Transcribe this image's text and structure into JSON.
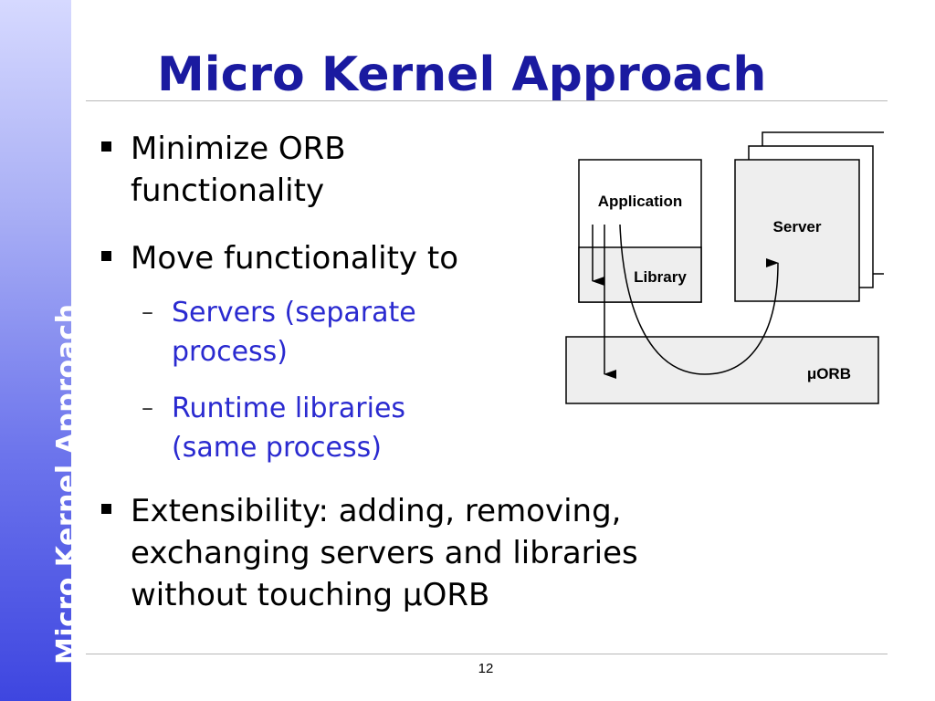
{
  "sidebar": {
    "title": "Micro Kernel Approach"
  },
  "slide": {
    "title": "Micro Kernel Approach",
    "bullets": [
      {
        "lines": [
          "Minimize ORB",
          "functionality"
        ]
      },
      {
        "lines": [
          "Move functionality to"
        ]
      },
      {
        "lines": [
          "Extensibility: adding, removing,",
          "exchanging servers and libraries",
          "without touching μORB"
        ]
      }
    ],
    "sub_bullets": [
      {
        "lines": [
          "Servers (separate",
          "process)"
        ]
      },
      {
        "lines": [
          "Runtime libraries",
          "(same process)"
        ]
      }
    ],
    "page_number": "12"
  },
  "diagram": {
    "application_label": "Application",
    "library_label": "Library",
    "server_label": "Server",
    "orb_label": "μORB"
  }
}
